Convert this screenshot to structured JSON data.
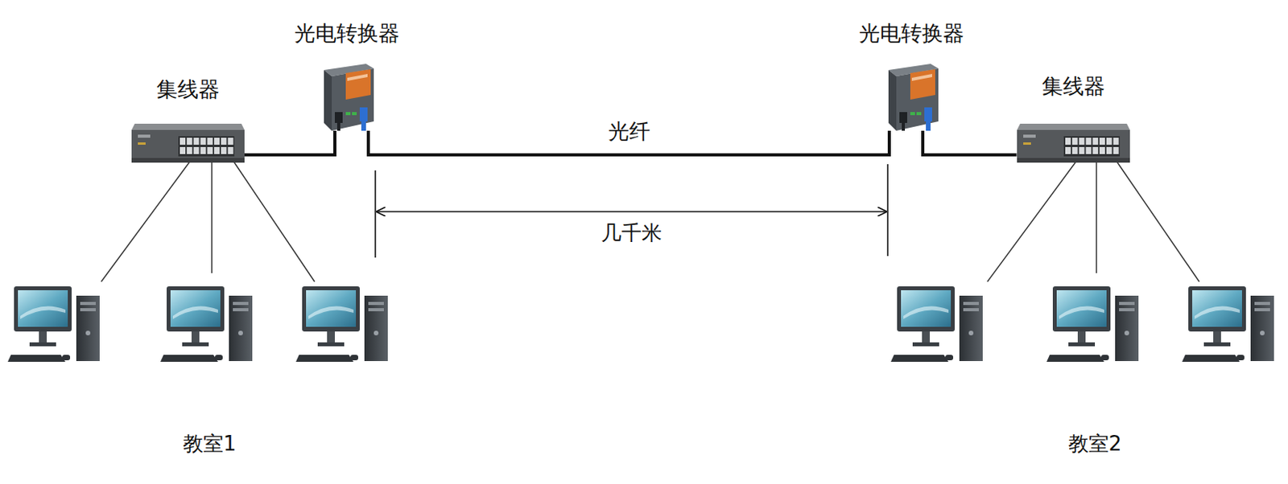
{
  "diagram": {
    "nodes": [
      {
        "text": [
          "集线器"
        ]
      },
      {
        "text": [
          "光电转换器"
        ]
      },
      {
        "text": [
          "光电转换器"
        ]
      },
      {
        "text": [
          "集线器"
        ]
      }
    ],
    "edges": [
      {
        "from": 0,
        "to": 1,
        "arrow": "none"
      },
      {
        "from": 1,
        "to": 2,
        "label": "光纤",
        "arrow": "none"
      },
      {
        "from": 2,
        "to": 3,
        "arrow": "none"
      }
    ],
    "labels": [
      "几千米",
      "教室1",
      "教室2"
    ]
  }
}
